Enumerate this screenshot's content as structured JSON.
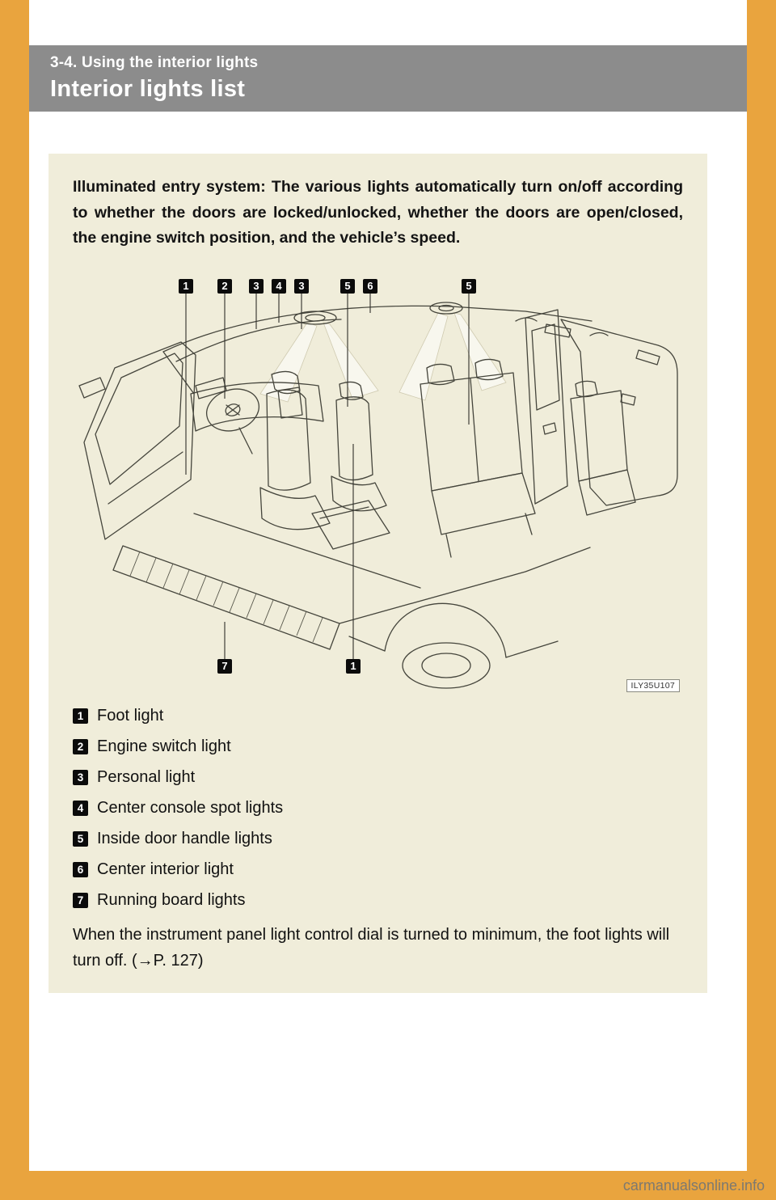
{
  "page": {
    "section_label": "3-4. Using the interior lights",
    "title": "Interior lights list",
    "watermark": "carmanualsonline.info"
  },
  "content": {
    "intro": "Illuminated entry system: The various lights automatically turn on/off according to whether the doors are locked/unlocked, whether the doors are open/closed, the engine switch position, and the vehicle’s speed.",
    "diagram": {
      "figure_code": "ILY35U107",
      "callouts": [
        {
          "label": "1"
        },
        {
          "label": "2"
        },
        {
          "label": "3"
        },
        {
          "label": "4"
        },
        {
          "label": "3"
        },
        {
          "label": "5"
        },
        {
          "label": "6"
        },
        {
          "label": "5"
        },
        {
          "label": "7"
        },
        {
          "label": "1"
        }
      ]
    },
    "legend": [
      {
        "num": "1",
        "label": "Foot light"
      },
      {
        "num": "2",
        "label": "Engine switch light"
      },
      {
        "num": "3",
        "label": "Personal light"
      },
      {
        "num": "4",
        "label": "Center console spot lights"
      },
      {
        "num": "5",
        "label": "Inside door handle lights"
      },
      {
        "num": "6",
        "label": "Center interior light"
      },
      {
        "num": "7",
        "label": "Running board lights"
      }
    ],
    "note": "When the instrument panel light control dial is turned to minimum, the foot lights will turn off. (→P. 127)"
  },
  "colors": {
    "border_orange": "#E9A43E",
    "header_gray": "#8C8C8C",
    "panel_beige": "#F0EDDA"
  }
}
